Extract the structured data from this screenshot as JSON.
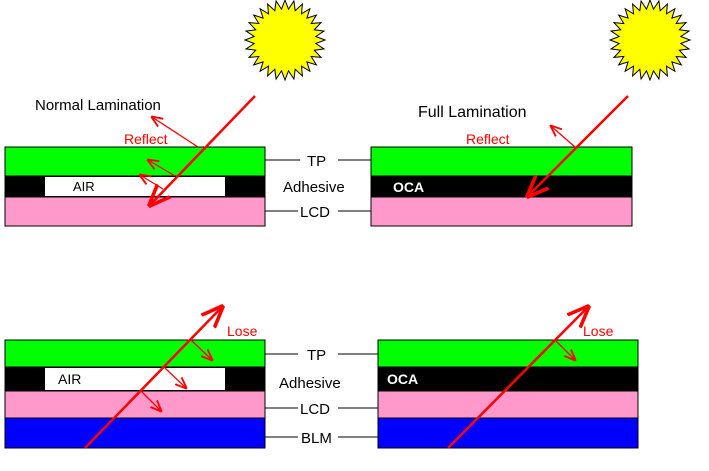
{
  "top": {
    "left_title": "Normal Lamination",
    "right_title": "Full Lamination",
    "reflect_left": "Reflect",
    "reflect_right": "Reflect",
    "air": "AIR",
    "oca": "OCA"
  },
  "bottom": {
    "lose_left": "Lose",
    "lose_right": "Lose",
    "air": "AIR",
    "oca": "OCA"
  },
  "layers_top": [
    "TP",
    "Adhesive",
    "LCD"
  ],
  "layers_bottom": [
    "TP",
    "Adhesive",
    "LCD",
    "BLM"
  ],
  "colors": {
    "tp": "#00ff00",
    "adhesive": "#000000",
    "lcd": "#ff99cc",
    "blm": "#0000ff",
    "air": "#ffffff",
    "light_ray": "#ff0000",
    "sun": "#ffff00"
  },
  "icons": [
    "sun-icon",
    "sun-icon"
  ]
}
